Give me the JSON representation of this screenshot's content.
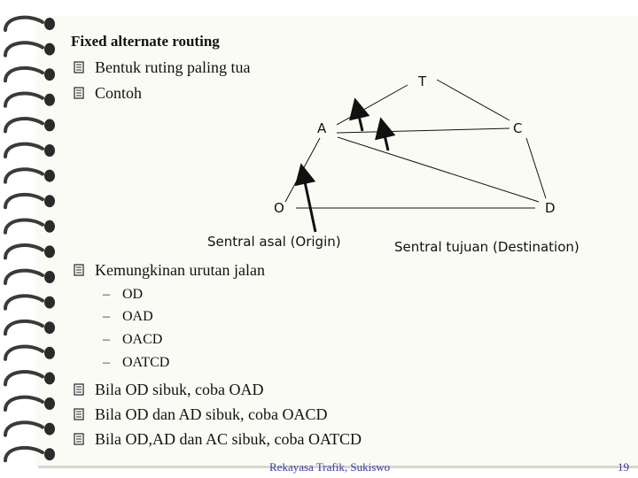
{
  "slide": {
    "title": "Fixed alternate routing",
    "bullets_top": [
      "Bentuk ruting paling tua",
      "Contoh"
    ],
    "diagram": {
      "nodes": {
        "T": "T",
        "A": "A",
        "C": "C",
        "O": "O",
        "D": "D"
      },
      "origin_caption": "Sentral asal (Origin)",
      "destination_caption": "Sentral tujuan (Destination)"
    },
    "bullet_middle": "Kemungkinan urutan jalan",
    "routes": [
      "OD",
      "OAD",
      "OACD",
      "OATCD"
    ],
    "bullets_bottom": [
      "Bila OD sibuk, coba OAD",
      "Bila OD dan AD sibuk, coba OACD",
      "Bila OD,AD dan AC sibuk, coba OATCD"
    ],
    "footer": "Rekayasa Trafik, Sukiswo",
    "page_number": "19"
  },
  "colors": {
    "footer": "#3a3aa8",
    "bullet_icon": "#222222"
  },
  "icons": {
    "bullet": "notepad-icon",
    "binding": "spiral-binding"
  }
}
